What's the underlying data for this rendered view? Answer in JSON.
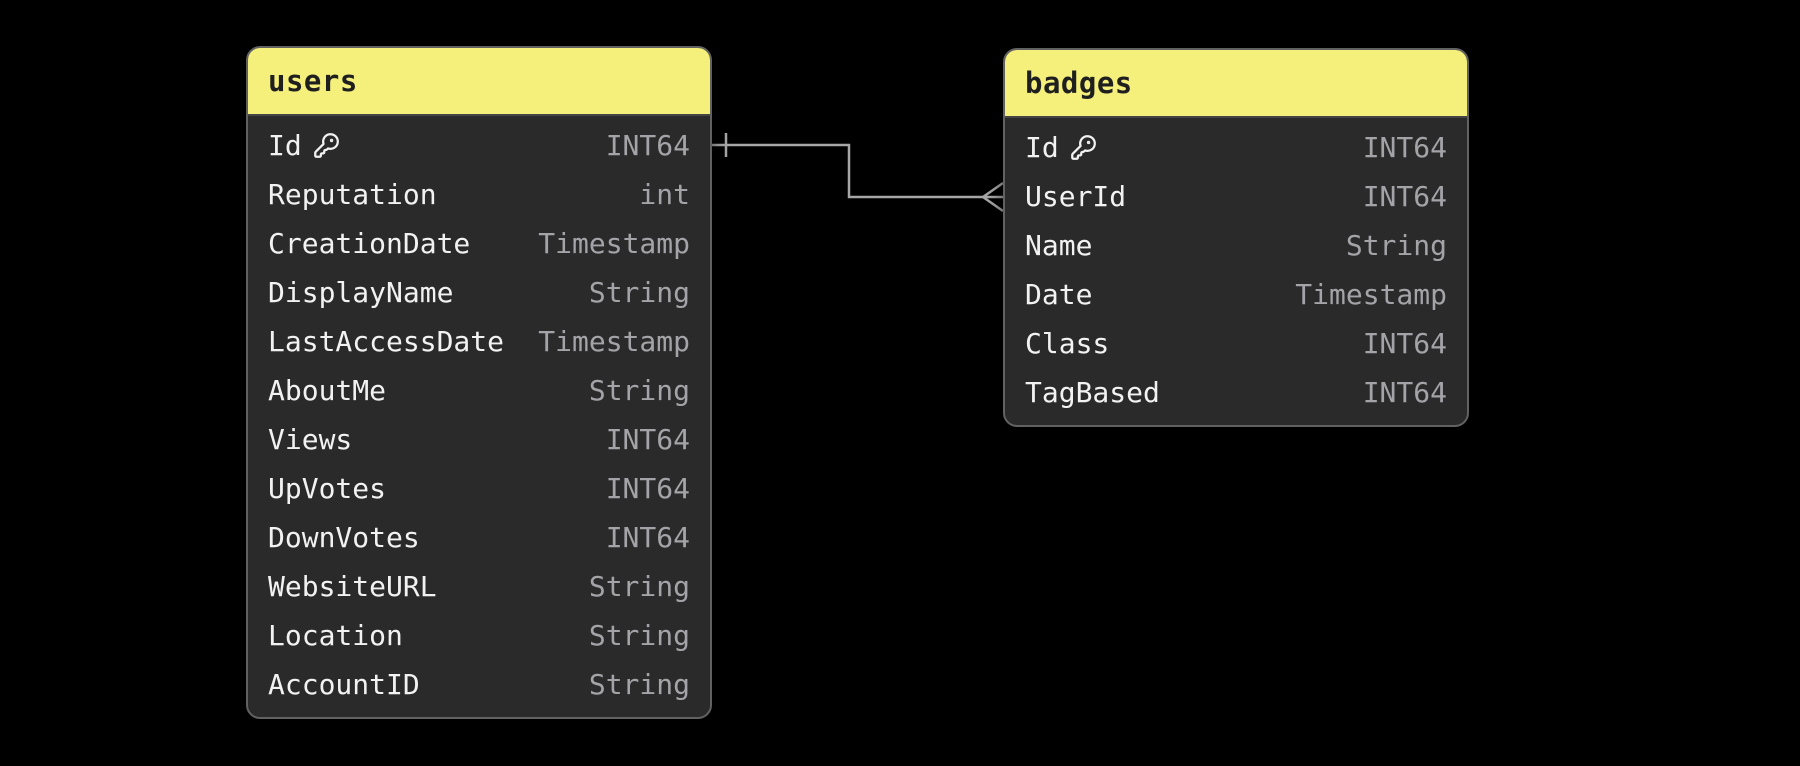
{
  "canvas": {
    "background": "#000000"
  },
  "theme": {
    "table_header_bg": "#f4f07b",
    "table_header_text": "#1f1f1f",
    "table_body_bg": "#2a2a2b",
    "table_border": "#616161",
    "field_name_color": "#f2f2f2",
    "field_type_color": "#a4a4a8",
    "relationship_line_color": "#a6a6a6"
  },
  "icons": {
    "primary_key": "key-icon"
  },
  "tables": [
    {
      "name": "users",
      "fields": [
        {
          "name": "Id",
          "type": "INT64",
          "primary_key": true
        },
        {
          "name": "Reputation",
          "type": "int",
          "primary_key": false
        },
        {
          "name": "CreationDate",
          "type": "Timestamp",
          "primary_key": false
        },
        {
          "name": "DisplayName",
          "type": "String",
          "primary_key": false
        },
        {
          "name": "LastAccessDate",
          "type": "Timestamp",
          "primary_key": false
        },
        {
          "name": "AboutMe",
          "type": "String",
          "primary_key": false
        },
        {
          "name": "Views",
          "type": "INT64",
          "primary_key": false
        },
        {
          "name": "UpVotes",
          "type": "INT64",
          "primary_key": false
        },
        {
          "name": "DownVotes",
          "type": "INT64",
          "primary_key": false
        },
        {
          "name": "WebsiteURL",
          "type": "String",
          "primary_key": false
        },
        {
          "name": "Location",
          "type": "String",
          "primary_key": false
        },
        {
          "name": "AccountID",
          "type": "String",
          "primary_key": false
        }
      ]
    },
    {
      "name": "badges",
      "fields": [
        {
          "name": "Id",
          "type": "INT64",
          "primary_key": true
        },
        {
          "name": "UserId",
          "type": "INT64",
          "primary_key": false
        },
        {
          "name": "Name",
          "type": "String",
          "primary_key": false
        },
        {
          "name": "Date",
          "type": "Timestamp",
          "primary_key": false
        },
        {
          "name": "Class",
          "type": "INT64",
          "primary_key": false
        },
        {
          "name": "TagBased",
          "type": "INT64",
          "primary_key": false
        }
      ]
    }
  ],
  "relationships": [
    {
      "from_table": "users",
      "from_field": "Id",
      "to_table": "badges",
      "to_field": "UserId",
      "from_cardinality": "one",
      "to_cardinality": "many"
    }
  ]
}
